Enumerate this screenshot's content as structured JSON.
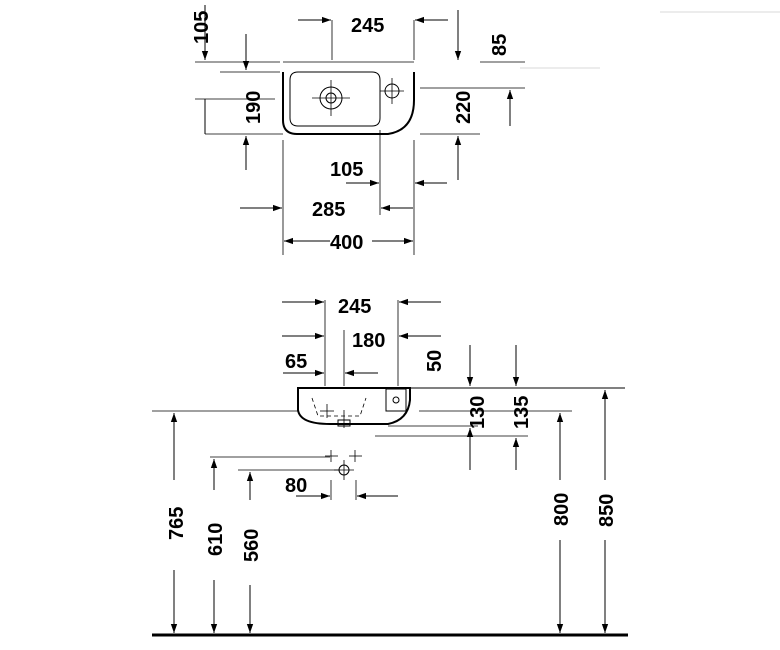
{
  "top_view": {
    "d105_top": "105",
    "d245_top": "245",
    "d85": "85",
    "d190": "190",
    "d220": "220",
    "d105_mid": "105",
    "d285": "285",
    "d400": "400"
  },
  "side_view": {
    "d245": "245",
    "d180": "180",
    "d65": "65",
    "d50": "50",
    "d130": "130",
    "d135": "135",
    "d80": "80",
    "d765": "765",
    "d610": "610",
    "d560": "560",
    "d800": "800",
    "d850": "850"
  }
}
